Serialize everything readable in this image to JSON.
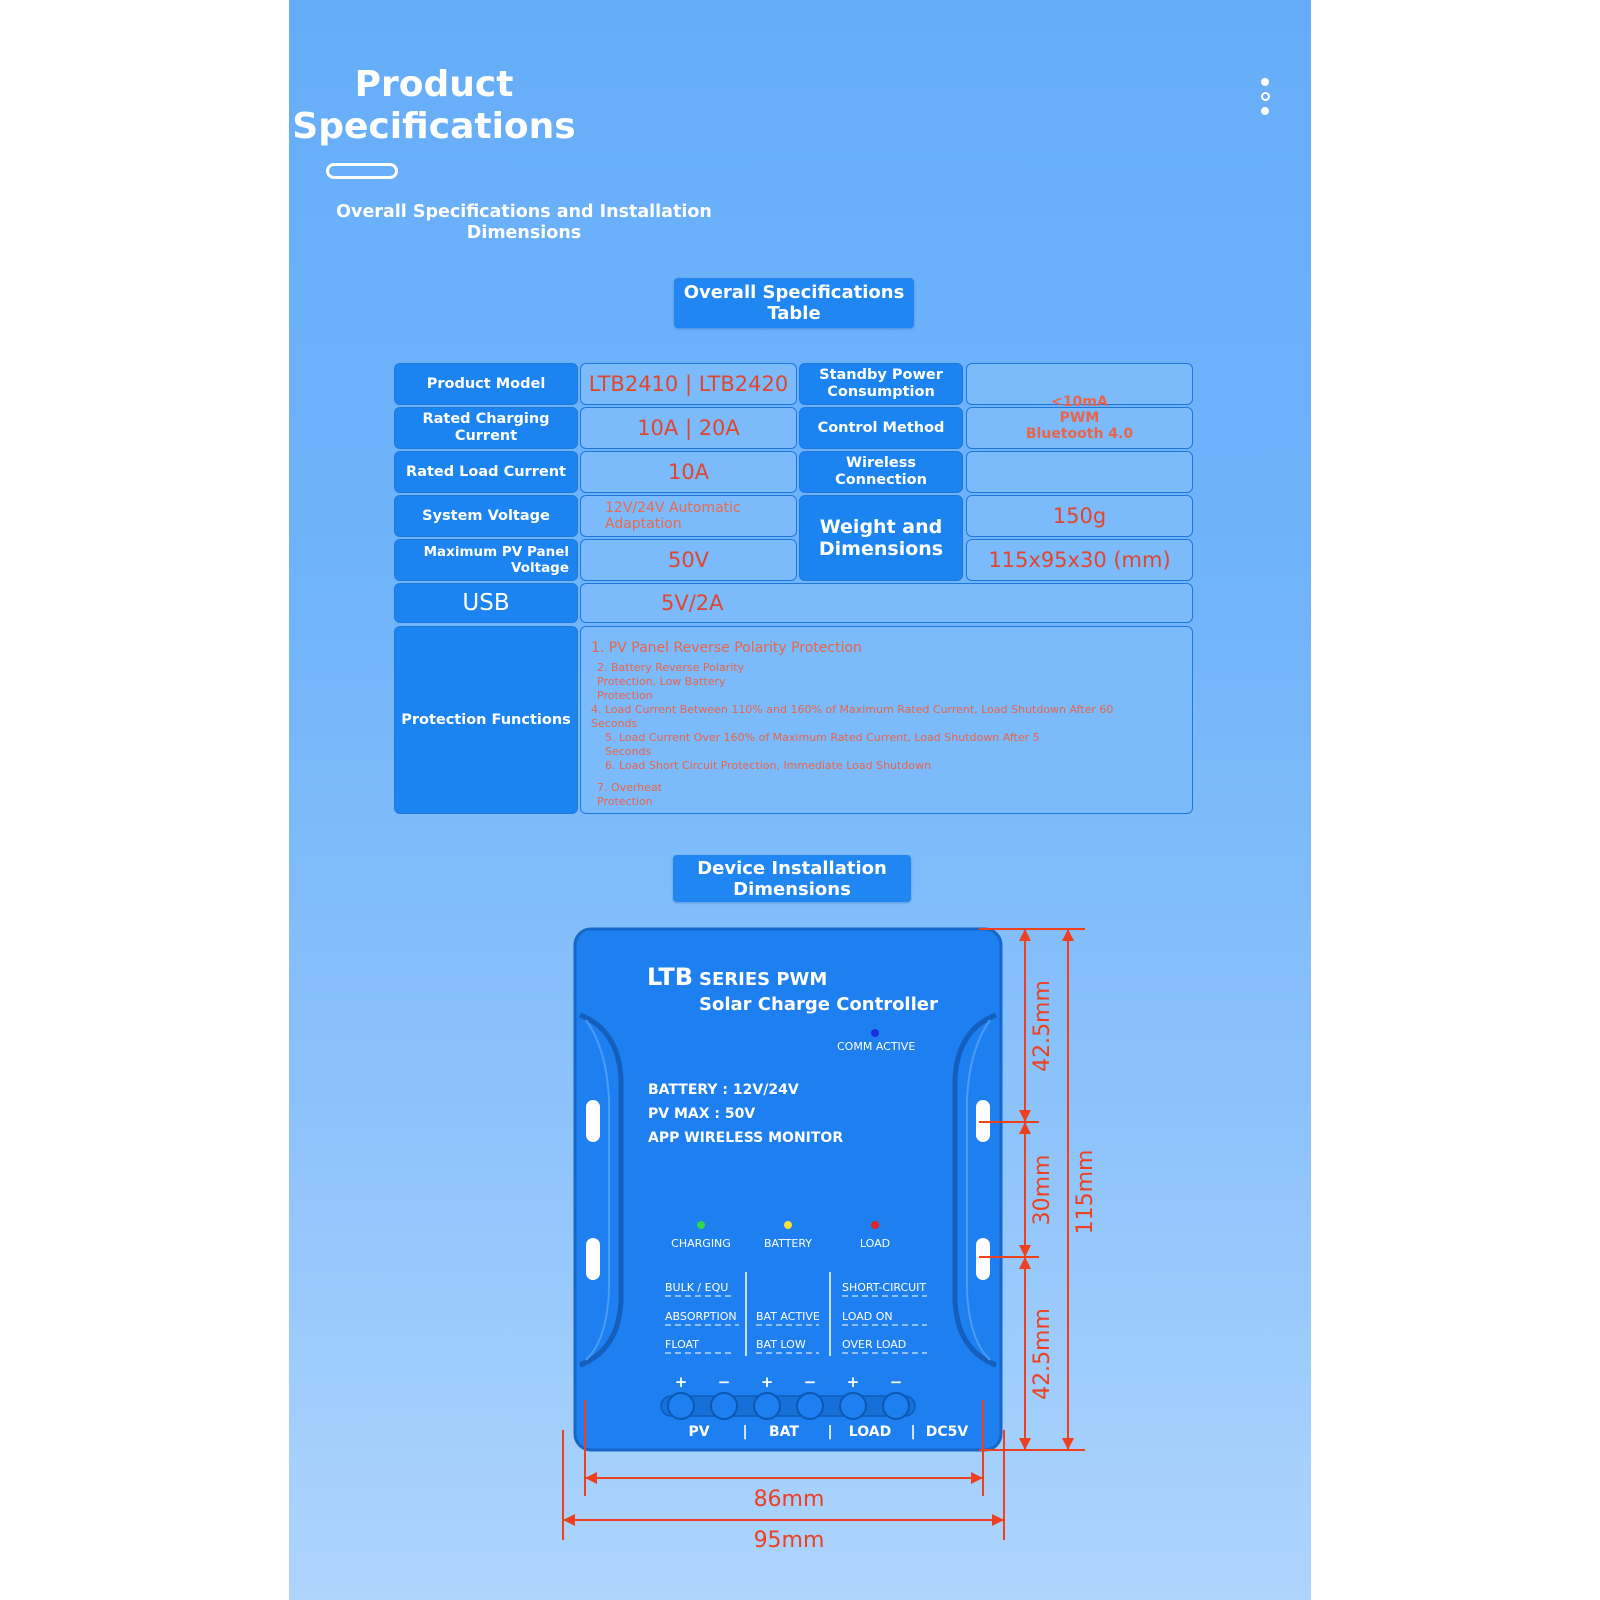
{
  "header": {
    "title_line1": "Product",
    "title_line2": "Specifications",
    "subtitle": "Overall Specifications and Installation Dimensions"
  },
  "sections": {
    "specs_label": "Overall Specifications Table",
    "install_label": "Device Installation Dimensions"
  },
  "specs": {
    "product_model_label": "Product Model",
    "product_model_value": "LTB2410 | LTB2420",
    "standby_label": "Standby Power Consumption",
    "standby_value": "<10mA",
    "rated_charging_label": "Rated Charging Current",
    "rated_charging_value": "10A | 20A",
    "control_method_label": "Control Method",
    "control_method_value": "PWM",
    "rated_load_label": "Rated Load Current",
    "rated_load_value": "10A",
    "wireless_label": "Wireless Connection",
    "wireless_value": "Bluetooth 4.0",
    "system_voltage_label": "System Voltage",
    "system_voltage_value": "12V/24V Automatic Adaptation",
    "weight_label": "Weight and Dimensions",
    "weight_value": "150g",
    "max_pv_label": "Maximum PV Panel Voltage",
    "max_pv_value": "50V",
    "dimensions_value": "115x95x30 (mm)",
    "usb_label": "USB",
    "usb_value": "5V/2A",
    "protection_label": "Protection Functions",
    "protection_items": [
      "1. PV Panel Reverse Polarity Protection",
      "2. Battery Reverse Polarity Protection, Low Battery Protection",
      "4. Load Current Between 110% and 160% of Maximum Rated Current, Load Shutdown After 60 Seconds",
      "5. Load Current Over 160% of Maximum Rated Current, Load Shutdown After 5 Seconds",
      "6. Load Short Circuit Protection, Immediate Load Shutdown",
      "7. Overheat Protection"
    ]
  },
  "device": {
    "brand": "LTB",
    "series": "SERIES PWM",
    "product_name": "Solar Charge Controller",
    "comm_label": "COMM ACTIVE",
    "battery_spec": "BATTERY : 12V/24V",
    "pv_max": "PV MAX : 50V",
    "app_monitor": "APP WIRELESS MONITOR",
    "led_charging": "CHARGING",
    "led_battery": "BATTERY",
    "led_load": "LOAD",
    "status_col1": [
      "BULK / EQU",
      "ABSORPTION",
      "FLOAT"
    ],
    "status_col2": [
      "BAT ACTIVE",
      "BAT LOW"
    ],
    "status_col3": [
      "SHORT-CIRCUIT",
      "LOAD ON",
      "OVER LOAD"
    ],
    "terminal_plus": "+",
    "terminal_minus": "−",
    "port_pv": "PV",
    "port_bat": "BAT",
    "port_load": "LOAD",
    "port_dc": "DC5V",
    "separator": "|",
    "colors": {
      "body": "#1d7ff0",
      "accent_dimension": "#ee3f1e",
      "led_green": "#2fd84a",
      "led_yellow": "#f3e23a",
      "led_red": "#e3231d",
      "led_blue": "#1c2fe0"
    }
  },
  "dimensions": {
    "top": "42.5mm",
    "middle": "30mm",
    "bottom": "42.5mm",
    "total_height": "115mm",
    "inner_width": "86mm",
    "total_width": "95mm"
  }
}
